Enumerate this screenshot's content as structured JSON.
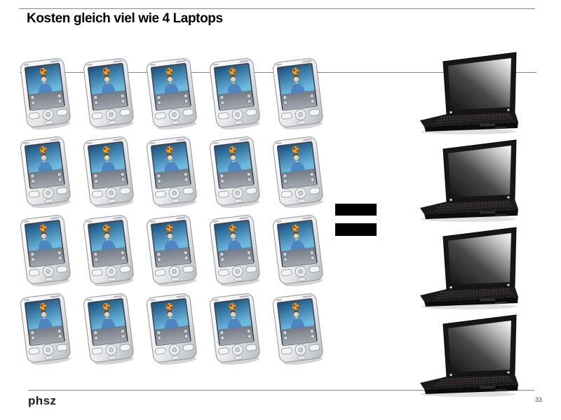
{
  "slide": {
    "title": "Kosten gleich viel wie 4 Laptops",
    "footer_logo": "phsz",
    "page_number": "33",
    "equation": {
      "left_icon": "pda-handheld-icon",
      "left_count": 20,
      "operator": "=",
      "right_icon": "laptop-icon",
      "right_count": 4
    },
    "pda_grid": {
      "rows": 4,
      "cols": 5
    },
    "colors": {
      "background": "#ffffff",
      "rule_gray": "#848484",
      "title_black": "#000000",
      "equals_black": "#000000",
      "pda_body_silver": "#e9eaec",
      "pda_screen_blue_top": "#15507e",
      "pda_screen_blue_bottom": "#6fb9df",
      "pda_ball_orange": "#eca32b",
      "laptop_black": "#161616",
      "page_number_gray": "#4a4a4a"
    }
  }
}
